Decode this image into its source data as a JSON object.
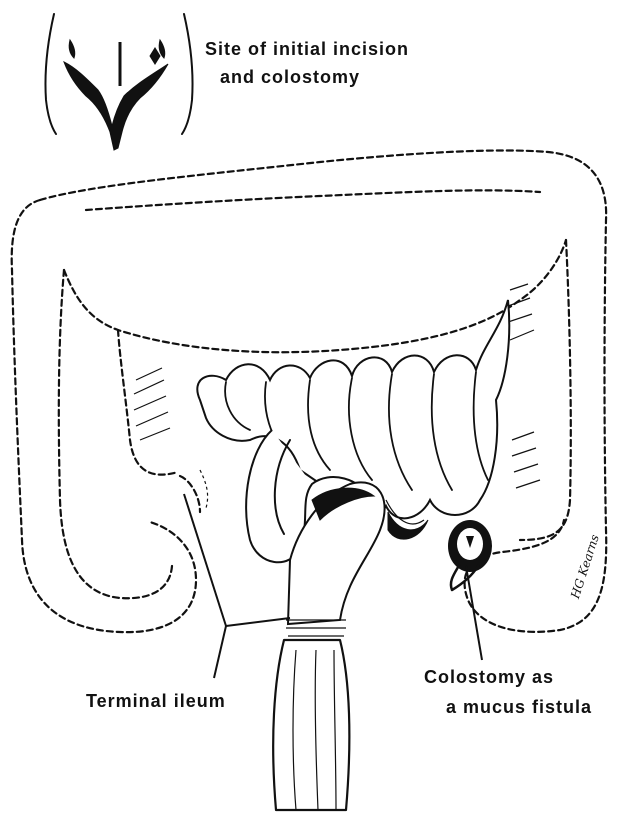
{
  "labels": {
    "incision_line1": "Site of initial incision",
    "incision_line2": "and colostomy",
    "terminal_ileum": "Terminal ileum",
    "colostomy_line1": "Colostomy as",
    "colostomy_line2": "a mucus fistula",
    "signature": "HG Kearns"
  },
  "colors": {
    "ink": "#111111",
    "background": "#ffffff"
  }
}
